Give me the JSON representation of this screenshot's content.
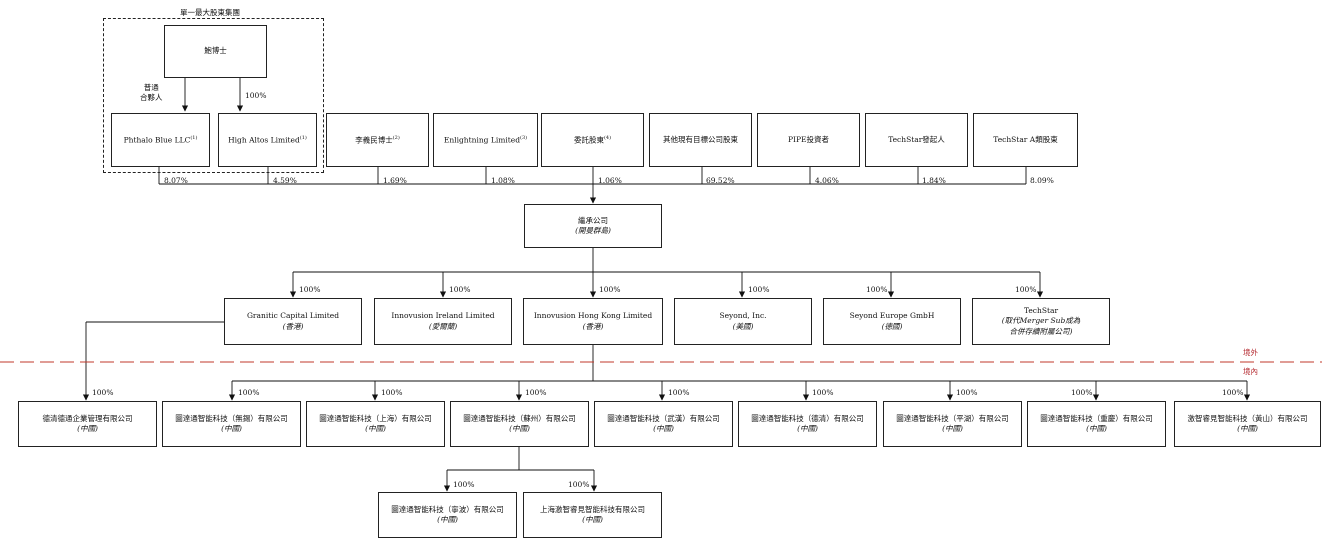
{
  "group_label": "單一最大股東集團",
  "top_holder": "鮑博士",
  "gp_label": [
    "普通",
    "合夥人"
  ],
  "top_pct": "100%",
  "shareholders": [
    {
      "name": "Phthalo Blue LLC",
      "note": "(1)",
      "pct": "8.07%"
    },
    {
      "name": "High Altos Limited",
      "note": "(1)",
      "pct": "4.59%"
    },
    {
      "name": "李義民博士",
      "note": "(2)",
      "pct": "1.69%"
    },
    {
      "name": "Enlightning Limited",
      "note": "(3)",
      "pct": "1.08%"
    },
    {
      "name": "委託股東",
      "note": "(4)",
      "pct": "1.06%"
    },
    {
      "name": "其他現有目標公司股東",
      "note": "",
      "pct": "69.52%"
    },
    {
      "name": "PIPE投資者",
      "note": "",
      "pct": "4.06%"
    },
    {
      "name": "TechStar發起人",
      "note": "",
      "pct": "1.84%"
    },
    {
      "name": "TechStar A類股東",
      "note": "",
      "pct": "8.09%"
    }
  ],
  "successor": {
    "name": "繼承公司",
    "sub": "(開曼群島)"
  },
  "subsidiaries": [
    {
      "name": "Granitic Capital Limited",
      "sub": "(香港)",
      "pct": "100%"
    },
    {
      "name": "Innovusion Ireland Limited",
      "sub": "(愛爾蘭)",
      "pct": "100%"
    },
    {
      "name": "Innovusion Hong Kong Limited",
      "sub": "(香港)",
      "pct": "100%"
    },
    {
      "name": "Seyond, Inc.",
      "sub": "(美國)",
      "pct": "100%"
    },
    {
      "name": "Seyond Europe GmbH",
      "sub": "(德國)",
      "pct": "100%"
    },
    {
      "name": "TechStar",
      "sub": "(取代Merger Sub成為",
      "sub2": "合併存續附屬公司)",
      "pct": "100%"
    }
  ],
  "zones": {
    "offshore": "境外",
    "onshore": "境內"
  },
  "prc_entities": [
    {
      "name": "德清德通企業管理有限公司",
      "sub": "(中國)",
      "pct": "100%"
    },
    {
      "name": "圖達通智能科技（無錫）有限公司",
      "sub": "(中國)",
      "pct": "100%"
    },
    {
      "name": "圖達通智能科技（上海）有限公司",
      "sub": "(中國)",
      "pct": "100%"
    },
    {
      "name": "圖達通智能科技（蘇州）有限公司",
      "sub": "(中國)",
      "pct": "100%"
    },
    {
      "name": "圖達通智能科技（武漢）有限公司",
      "sub": "(中國)",
      "pct": "100%"
    },
    {
      "name": "圖達通智能科技（德清）有限公司",
      "sub": "(中國)",
      "pct": "100%"
    },
    {
      "name": "圖達通智能科技（平湖）有限公司",
      "sub": "(中國)",
      "pct": "100%"
    },
    {
      "name": "圖達通智能科技（重慶）有限公司",
      "sub": "(中國)",
      "pct": "100%"
    },
    {
      "name": "激智睿見智能科技（黃山）有限公司",
      "sub": "(中國)",
      "pct": "100%"
    }
  ],
  "suzhou_subs": [
    {
      "name": "圖達通智能科技（寧波）有限公司",
      "sub": "(中國)",
      "pct": "100%"
    },
    {
      "name": "上海激智睿見智能科技有限公司",
      "sub": "(中國)",
      "pct": "100%"
    }
  ],
  "colors": {
    "line": "#111111",
    "boundary": "#c0392b"
  }
}
